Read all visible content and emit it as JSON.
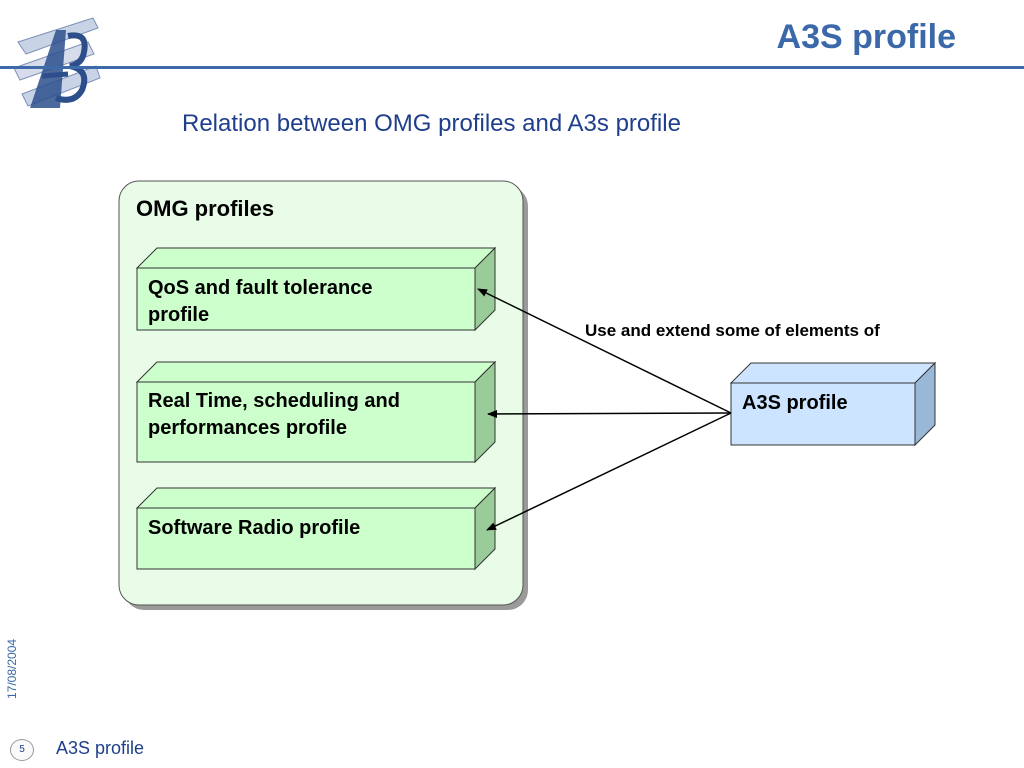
{
  "header": {
    "title": "A3S profile",
    "subtitle": "Relation between OMG profiles and A3s profile"
  },
  "diagram": {
    "container_title": "OMG profiles",
    "profiles": [
      {
        "line1": "QoS and fault tolerance",
        "line2": "profile"
      },
      {
        "line1": "Real Time, scheduling and",
        "line2": "performances profile"
      },
      {
        "line1": "Software Radio profile",
        "line2": ""
      }
    ],
    "target": "A3S profile",
    "relation_label": "Use and extend some of elements of",
    "colors": {
      "container_fill": "#e8fce8",
      "profile_fill": "#ccffcc",
      "profile_side": "#99cc99",
      "target_fill": "#cce4ff",
      "target_side": "#99b8d8",
      "accent": "#3a68a8"
    }
  },
  "footer": {
    "date": "17/08/2004",
    "page": "5",
    "label": "A3S profile"
  }
}
